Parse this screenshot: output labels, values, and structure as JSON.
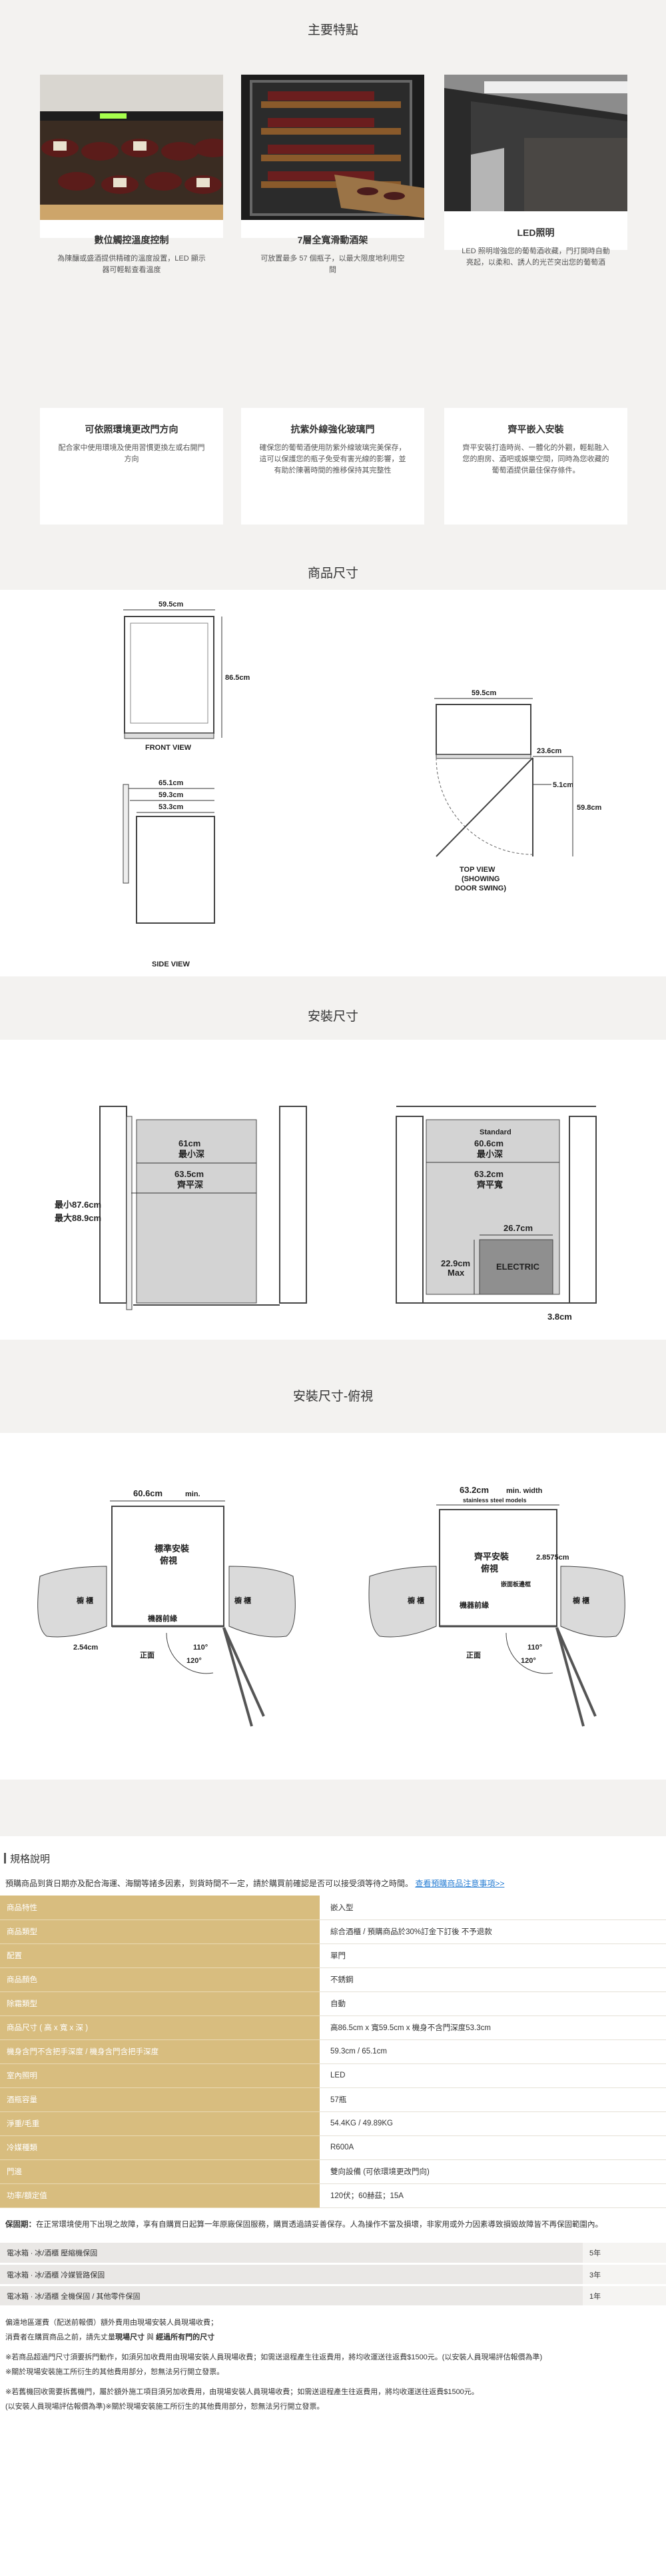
{
  "features": {
    "title": "主要特點",
    "row1": [
      {
        "title": "數位觸控溫度控制",
        "desc": "為陳釀或盛酒提供精確的溫度設置，LED 顯示器可輕鬆查看溫度"
      },
      {
        "title": "7層全寬滑動酒架",
        "desc": "可放置最多 57 個瓶子，以最大限度地利用空間"
      },
      {
        "title": "LED照明",
        "desc": "LED 照明增強您的葡萄酒收藏，門打開時自動亮起，以柔和、誘人的光芒突出您的葡萄酒"
      }
    ],
    "row2": [
      {
        "title": "可依照環境更改門方向",
        "desc": "配合家中使用環境及使用習慣更換左或右開門方向"
      },
      {
        "title": "抗紫外線強化玻璃門",
        "desc": "確保您的葡萄酒使用防紫外線玻璃完美保存，這可以保護您的瓶子免受有害光線的影響，並有助於陳著時間的推移保持其完整性"
      },
      {
        "title": "齊平嵌入安裝",
        "desc": "齊平安裝打造時尚、一體化的外觀，輕鬆融入您的廚房、酒吧或娛樂空間，同時為您收藏的葡萄酒提供最佳保存條件。"
      }
    ]
  },
  "dimensions": {
    "title": "商品尺寸",
    "front_width": "59.5cm",
    "front_height": "86.5cm",
    "front_label": "FRONT VIEW",
    "side_d1": "65.1cm",
    "side_d2": "59.3cm",
    "side_d3": "53.3cm",
    "side_label": "SIDE VIEW",
    "top_width": "59.5cm",
    "top_door": "23.6cm",
    "top_gap": "5.1cm",
    "top_swing": "59.8cm",
    "top_label_1": "TOP VIEW",
    "top_label_2": "(SHOWING",
    "top_label_3": "DOOR SWING)"
  },
  "install": {
    "title": "安裝尺寸",
    "left_depth": "61cm",
    "left_depth_label": "最小深",
    "left_flush": "63.5cm",
    "left_flush_label": "齊平深",
    "left_min_h": "最小87.6cm",
    "left_max_h": "最大88.9cm",
    "right_std": "Standard",
    "right_depth": "60.6cm",
    "right_depth_label": "最小深",
    "right_flush": "63.2cm",
    "right_flush_label": "齊平寬",
    "right_elec_w": "26.7cm",
    "right_elec_h": "22.9cm",
    "right_elec_h_max": "Max",
    "right_elec": "ELECTRIC",
    "right_gap": "3.8cm"
  },
  "topview": {
    "title": "安裝尺寸-俯視",
    "left_width": "60.6cm",
    "left_width_suffix": "min.",
    "left_label_1": "標準安裝",
    "left_label_2": "俯視",
    "left_cab_l": "櫥 櫃",
    "left_cab_r": "櫥 櫃",
    "left_front": "機器前緣",
    "left_offset": "2.54cm",
    "left_flat": "正面",
    "left_a1": "110°",
    "left_a2": "120°",
    "right_width": "63.2cm",
    "right_width_suffix": "min. width",
    "right_sub": "stainless steel models",
    "right_label_1": "齊平安裝",
    "right_label_2": "俯視",
    "right_gap": "2.8575cm",
    "right_trim": "嵌面板邊框",
    "right_cab_l": "櫥 櫃",
    "right_cab_r": "櫥 櫃",
    "right_front": "機器前緣",
    "right_flat": "正面",
    "right_a1": "110°",
    "right_a2": "120°"
  },
  "spec": {
    "heading": "規格說明",
    "notice": "預購商品到貨日期亦及配合海運、海關等諸多因素，到貨時間不一定，請於購買前確認是否可以接受須等待之時間。",
    "notice_link": "查看預購商品注意事項>>",
    "rows": [
      {
        "k": "商品特性",
        "v": "嵌入型"
      },
      {
        "k": "商品類型",
        "v": "綜合酒櫃 / 預購商品於30%訂金下訂後 不予退款"
      },
      {
        "k": "配置",
        "v": "單門"
      },
      {
        "k": "商品顏色",
        "v": "不銹鋼"
      },
      {
        "k": "除霜類型",
        "v": "自動"
      },
      {
        "k": "商品尺寸 ( 高 x 寬 x 深 )",
        "v": "高86.5cm x 寬59.5cm x 機身不含門深度53.3cm"
      },
      {
        "k": "機身含門不含把手深度 / 機身含門含把手深度",
        "v": "59.3cm / 65.1cm"
      },
      {
        "k": "室內照明",
        "v": "LED"
      },
      {
        "k": "酒瓶容量",
        "v": "57瓶"
      },
      {
        "k": "淨重/毛重",
        "v": "54.4KG / 49.89KG"
      },
      {
        "k": "冷媒種類",
        "v": "R600A"
      },
      {
        "k": "門邊",
        "v": "雙向設備 (可依環境更改門向)"
      },
      {
        "k": "功率/額定值",
        "v": "120伏；60赫茲；15A"
      }
    ]
  },
  "warranty": {
    "label": "保固期：",
    "text": "在正常環境使用下出現之故障，享有自購買日起算一年原廠保固服務，購買透過請妥善保存。人為操作不當及損壞，非家用或外力因素導致損毀故障皆不再保固範圍內。",
    "rows": [
      {
        "k": "電冰箱 ∙ 冰/酒櫃 壓縮機保固",
        "v": "5年"
      },
      {
        "k": "電冰箱 ∙ 冰/酒櫃 冷媒管路保固",
        "v": "3年"
      },
      {
        "k": "電冰箱 ∙ 冰/酒櫃 全機保固 / 其他零件保固",
        "v": "1年"
      }
    ]
  },
  "notes": {
    "n1": "偏遠地區運費（配送前報價）額外費用由現場安裝人員現場收費；",
    "n2_a": "消費者在購買商品之前，請先丈量",
    "n2_b": "現場尺寸",
    "n2_c": " 與 ",
    "n2_d": "經過所有門的尺寸",
    "n3": "※若商品超過門尺寸須要拆門動作，如須另加收費用由現場安裝人員現場收費；如需送退程產生往返費用，將均收運送往返費$1500元。(以安裝人員現場評估報價為準)",
    "n4": "※關於現場安裝施工所衍生的其他費用部分，恕無法另行開立發票。",
    "n5": "※若舊機回收需要拆舊機門，屬於額外施工項目須另加收費用，由現場安裝人員現場收費；如需送退程產生往返費用，將均收運送往返費$1500元。",
    "n6": "(以安裝人員現場評估報價為準)※關於現場安裝施工所衍生的其他費用部分，恕無法另行開立發票。"
  }
}
